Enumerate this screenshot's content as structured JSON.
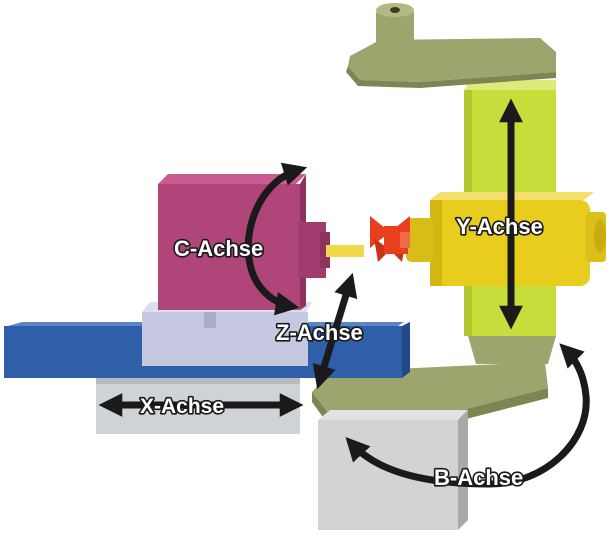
{
  "labels": {
    "c_axis": "C-Achse",
    "y_axis": "Y-Achse",
    "z_axis": "Z-Achse",
    "x_axis": "X-Achse",
    "b_axis": "B-Achse"
  },
  "colors": {
    "base_gray": "#d3d3d3",
    "column_olive": "#9ea46e",
    "column_lime": "#c8dc3c",
    "spindle_yellow": "#e8cc1e",
    "tool_red": "#e8401e",
    "headstock_magenta": "#b0457a",
    "table_blue": "#2e5fa8",
    "slide_lavender": "#c6c8e2",
    "arrow_black": "#1a1a1a"
  }
}
